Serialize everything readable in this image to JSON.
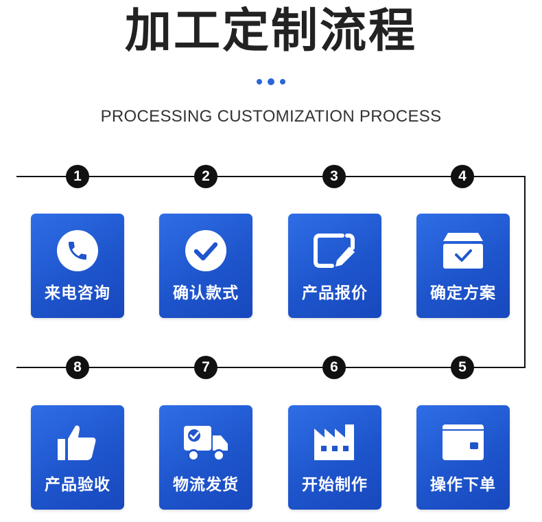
{
  "header": {
    "title": "加工定制流程",
    "subtitle": "PROCESSING CUSTOMIZATION PROCESS"
  },
  "colors": {
    "accent": "#2b66d9",
    "card_top": "#2f6ee6",
    "card_bottom": "#1848bd",
    "line": "#111111"
  },
  "steps": [
    {
      "number": "1",
      "label": "来电咨询",
      "icon": "phone-icon"
    },
    {
      "number": "2",
      "label": "确认款式",
      "icon": "check-circle-icon"
    },
    {
      "number": "3",
      "label": "产品报价",
      "icon": "edit-document-icon"
    },
    {
      "number": "4",
      "label": "确定方案",
      "icon": "archive-box-icon"
    },
    {
      "number": "5",
      "label": "操作下单",
      "icon": "wallet-icon"
    },
    {
      "number": "6",
      "label": "开始制作",
      "icon": "factory-icon"
    },
    {
      "number": "7",
      "label": "物流发货",
      "icon": "delivery-truck-icon"
    },
    {
      "number": "8",
      "label": "产品验收",
      "icon": "thumbs-up-icon"
    }
  ]
}
